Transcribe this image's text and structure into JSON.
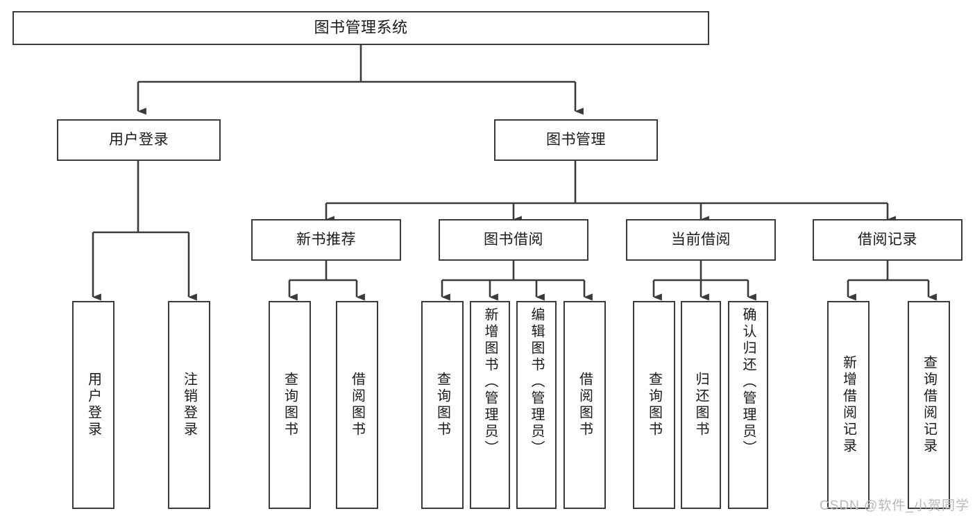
{
  "diagram": {
    "title": "图书管理系统",
    "type": "hierarchy-tree",
    "orientation": "top-down",
    "stroke_color": "#3b3b3b",
    "background_color": "#ffffff",
    "text_color": "#1a1a1a"
  },
  "nodes": {
    "root": {
      "label": "图书管理系统",
      "level": 0
    },
    "level1": [
      {
        "id": "user-login",
        "label": "用户登录",
        "level": 1
      },
      {
        "id": "book-management",
        "label": "图书管理",
        "level": 1
      }
    ],
    "level2": [
      {
        "id": "new-book-recommend",
        "label": "新书推荐",
        "level": 2,
        "parent": "book-management"
      },
      {
        "id": "book-borrow",
        "label": "图书借阅",
        "level": 2,
        "parent": "book-management"
      },
      {
        "id": "current-borrow",
        "label": "当前借阅",
        "level": 2,
        "parent": "book-management"
      },
      {
        "id": "borrow-record",
        "label": "借阅记录",
        "level": 2,
        "parent": "book-management"
      }
    ],
    "leaves": [
      {
        "id": "leaf-user-login",
        "label": "用户登录",
        "parent": "user-login"
      },
      {
        "id": "leaf-user-logout",
        "label": "注销登录",
        "parent": "user-login"
      },
      {
        "id": "leaf-query-book-1",
        "label": "查询图书",
        "parent": "new-book-recommend"
      },
      {
        "id": "leaf-borrow-book-1",
        "label": "借阅图书",
        "parent": "new-book-recommend"
      },
      {
        "id": "leaf-query-book-2",
        "label": "查询图书",
        "parent": "book-borrow"
      },
      {
        "id": "leaf-add-book",
        "label": "新增图书（管理员）",
        "parent": "book-borrow"
      },
      {
        "id": "leaf-edit-book",
        "label": "编辑图书（管理员）",
        "parent": "book-borrow"
      },
      {
        "id": "leaf-borrow-book-2",
        "label": "借阅图书",
        "parent": "book-borrow"
      },
      {
        "id": "leaf-query-book-3",
        "label": "查询图书",
        "parent": "current-borrow"
      },
      {
        "id": "leaf-return-book",
        "label": "归还图书",
        "parent": "current-borrow"
      },
      {
        "id": "leaf-confirm-return",
        "label": "确认归还（管理员）",
        "parent": "current-borrow"
      },
      {
        "id": "leaf-add-record",
        "label": "新增借阅记录",
        "parent": "borrow-record"
      },
      {
        "id": "leaf-query-record",
        "label": "查询借阅记录",
        "parent": "borrow-record"
      }
    ]
  },
  "watermark": {
    "text": "CSDN @软件_小贺同学"
  }
}
